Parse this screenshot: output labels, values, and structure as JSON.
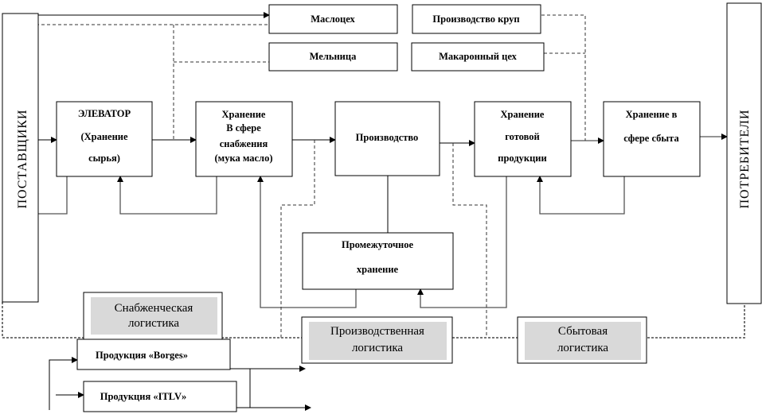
{
  "suppliers": "ПОСТАВЩИКИ",
  "consumers": "ПОТРЕБИТЕЛИ",
  "units": {
    "oil": "Маслоцех",
    "mill": "Мельница",
    "groats": "Производство круп",
    "pasta": "Макаронный цех"
  },
  "elevator": [
    "ЭЛЕВАТОР",
    "(Хранение",
    "сырья)"
  ],
  "supply_storage": [
    "Хранение",
    "В сфере",
    "снабжения",
    "(мука масло)"
  ],
  "production": "Производство",
  "finished_storage": [
    "Хранение",
    "готовой",
    "продукции"
  ],
  "sales_storage": [
    "Хранение в",
    "сфере сбыта"
  ],
  "intermediate": [
    "Промежуточное",
    "хранение"
  ],
  "logistics": {
    "supply": [
      "Снабженческая",
      "логистика"
    ],
    "production": [
      "Производственная",
      "логистика"
    ],
    "sales": [
      "Сбытовая",
      "логистика"
    ]
  },
  "products": {
    "borges": "Продукция «Borges»",
    "itlv": "Продукция «ITLV»"
  }
}
